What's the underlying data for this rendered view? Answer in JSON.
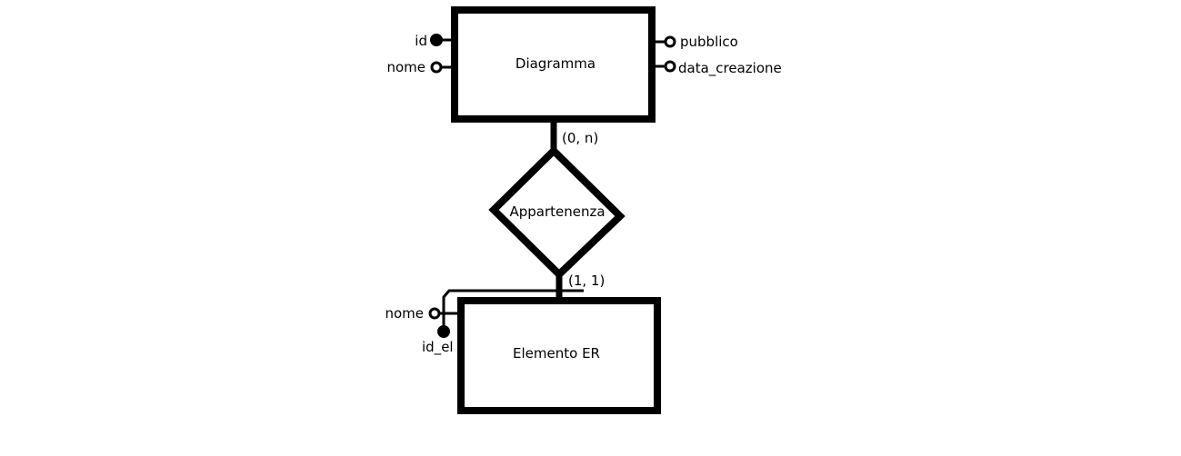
{
  "diagram": {
    "entities": {
      "diagramma": {
        "name": "Diagramma"
      },
      "elemento_er": {
        "name": "Elemento ER"
      }
    },
    "relationship": {
      "name": "Appartenenza"
    },
    "cardinalities": {
      "diagramma_side": "(0, n)",
      "elemento_side": "(1, 1)"
    },
    "attributes": {
      "diagramma": {
        "id": "id",
        "nome": "nome",
        "pubblico": "pubblico",
        "data_creazione": "data_creazione"
      },
      "elemento_er": {
        "nome": "nome",
        "id_el": "id_el"
      }
    },
    "colors": {
      "stroke": "#000000",
      "background": "#ffffff"
    }
  }
}
